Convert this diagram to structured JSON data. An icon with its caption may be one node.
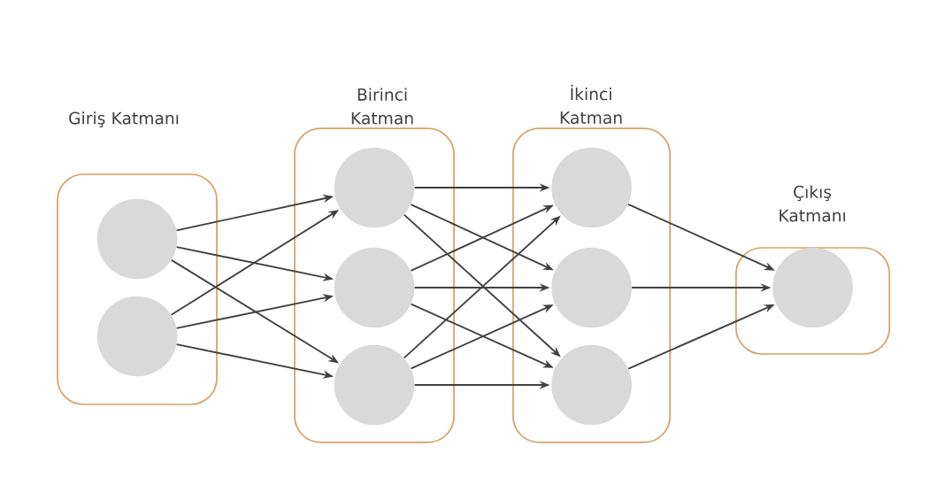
{
  "diagram": {
    "nodes": [
      {
        "text": [
          "Giriş Katmanı"
        ]
      },
      {
        "text": [],
        "shape": "circle",
        "in": 0
      },
      {
        "text": [],
        "shape": "circle",
        "in": 0
      },
      {
        "text": [
          "Birinci Katman"
        ]
      },
      {
        "text": [],
        "shape": "circle",
        "in": 3
      },
      {
        "text": [],
        "shape": "circle",
        "in": 3
      },
      {
        "text": [],
        "shape": "circle",
        "in": 3
      },
      {
        "text": [
          "İkinci Katman"
        ]
      },
      {
        "text": [],
        "shape": "circle",
        "in": 7
      },
      {
        "text": [],
        "shape": "circle",
        "in": 7
      },
      {
        "text": [],
        "shape": "circle",
        "in": 7
      },
      {
        "text": [
          "Çıkış Katmanı"
        ]
      },
      {
        "text": [],
        "shape": "circle",
        "in": 11
      }
    ],
    "edges": [
      {
        "from": 1,
        "to": 4,
        "arrow": "to"
      },
      {
        "from": 1,
        "to": 5,
        "arrow": "to"
      },
      {
        "from": 1,
        "to": 6,
        "arrow": "to"
      },
      {
        "from": 2,
        "to": 4,
        "arrow": "to"
      },
      {
        "from": 2,
        "to": 5,
        "arrow": "to"
      },
      {
        "from": 2,
        "to": 6,
        "arrow": "to"
      },
      {
        "from": 4,
        "to": 8,
        "arrow": "to"
      },
      {
        "from": 4,
        "to": 9,
        "arrow": "to"
      },
      {
        "from": 4,
        "to": 10,
        "arrow": "to"
      },
      {
        "from": 5,
        "to": 8,
        "arrow": "to"
      },
      {
        "from": 5,
        "to": 9,
        "arrow": "to"
      },
      {
        "from": 5,
        "to": 10,
        "arrow": "to"
      },
      {
        "from": 6,
        "to": 8,
        "arrow": "to"
      },
      {
        "from": 6,
        "to": 9,
        "arrow": "to"
      },
      {
        "from": 6,
        "to": 10,
        "arrow": "to"
      },
      {
        "from": 8,
        "to": 12,
        "arrow": "to"
      },
      {
        "from": 9,
        "to": 12,
        "arrow": "to"
      },
      {
        "from": 10,
        "to": 12,
        "arrow": "to"
      }
    ]
  }
}
